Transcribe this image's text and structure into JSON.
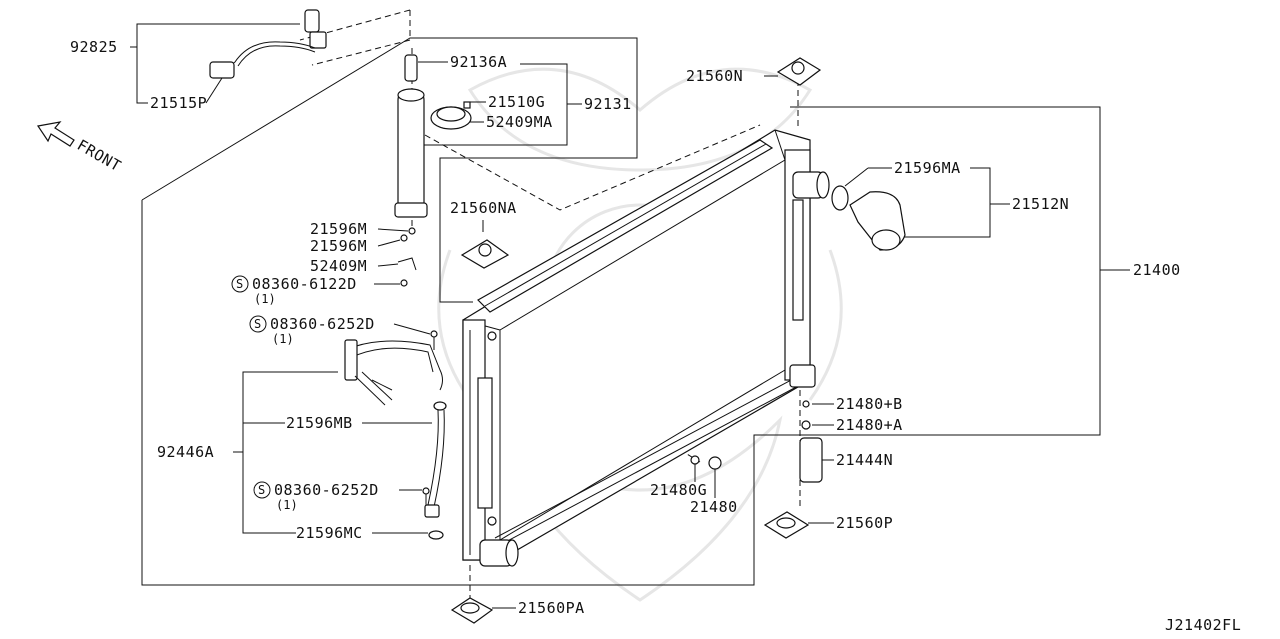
{
  "diagram": {
    "drawing_code": "J21402FL",
    "front_label": "FRONT",
    "bolt_symbol": "S",
    "labels": {
      "p92825": "92825",
      "p21515P": "21515P",
      "p92136A": "92136A",
      "p21510G": "21510G",
      "p52409MA": "52409MA",
      "p92131": "92131",
      "p21560N": "21560N",
      "p21596MA": "21596MA",
      "p21512N": "21512N",
      "p21560NA": "21560NA",
      "p21596M_1": "21596M",
      "p21596M_2": "21596M",
      "p52409M": "52409M",
      "b08360_6122D": "08360-6122D",
      "b08360_6122D_qty": "(1)",
      "b08360_6252D_1": "08360-6252D",
      "b08360_6252D_1_qty": "(1)",
      "p21400": "21400",
      "p21480B": "21480+B",
      "p21480A": "21480+A",
      "p92446A": "92446A",
      "p21596MB": "21596MB",
      "p21444N": "21444N",
      "b08360_6252D_2": "08360-6252D",
      "b08360_6252D_2_qty": "(1)",
      "p21480G": "21480G",
      "p21480": "21480",
      "p21596MC": "21596MC",
      "p21560P": "21560P",
      "p21560PA": "21560PA"
    }
  }
}
